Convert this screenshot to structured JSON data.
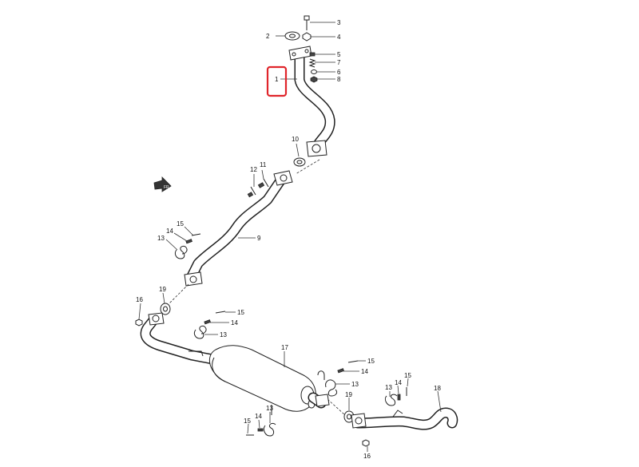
{
  "highlight_color": "#e0252b",
  "callouts": {
    "c1": "1",
    "c2": "2",
    "c3": "3",
    "c4": "4",
    "c5": "5",
    "c6": "6",
    "c7": "7",
    "c8": "8",
    "c9": "9",
    "c10": "10",
    "c11": "11",
    "c12": "12",
    "c13a": "13",
    "c13b": "13",
    "c13c": "13",
    "c13d": "13",
    "c13e": "13",
    "c14a": "14",
    "c14b": "14",
    "c14c": "14",
    "c14d": "14",
    "c14e": "14",
    "c15a": "15",
    "c15b": "15",
    "c15c": "15",
    "c15d": "15",
    "c15e": "15",
    "c16a": "16",
    "c16b": "16",
    "c17": "17",
    "c18": "18",
    "c19a": "19",
    "c19b": "19"
  },
  "front_arrow_label": "FR",
  "icons": [
    "front-direction-arrow-icon"
  ]
}
